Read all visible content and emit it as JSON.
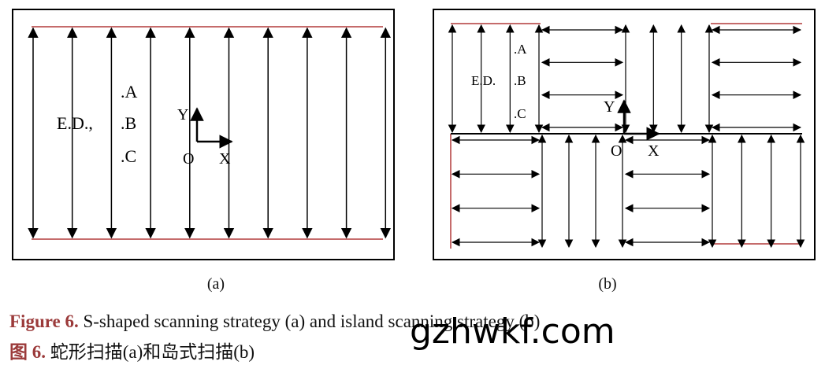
{
  "panel_a": {
    "point_labels": [
      ".A",
      ".B",
      ".C"
    ],
    "ed_label": "E.D.,",
    "axis_y": "Y",
    "axis_x": "X",
    "origin": "O",
    "label": "(a)"
  },
  "panel_b": {
    "point_labels": [
      ".A",
      ".B",
      ".C"
    ],
    "ed_label": "E.D.",
    "axis_y": "Y",
    "axis_x": "X",
    "origin": "O",
    "label": "(b)"
  },
  "caption": {
    "en_head": "Figure 6.",
    "en_text": " S-shaped scanning strategy (a) and island scanning strategy (b)",
    "zh_head": "图 6.",
    "zh_text": "  蛇形扫描(a)和岛式扫描(b)"
  },
  "watermark": "gzhwkf.com",
  "colors": {
    "border_line": "#b23a3a",
    "caption_head": "#9b3a3a"
  }
}
